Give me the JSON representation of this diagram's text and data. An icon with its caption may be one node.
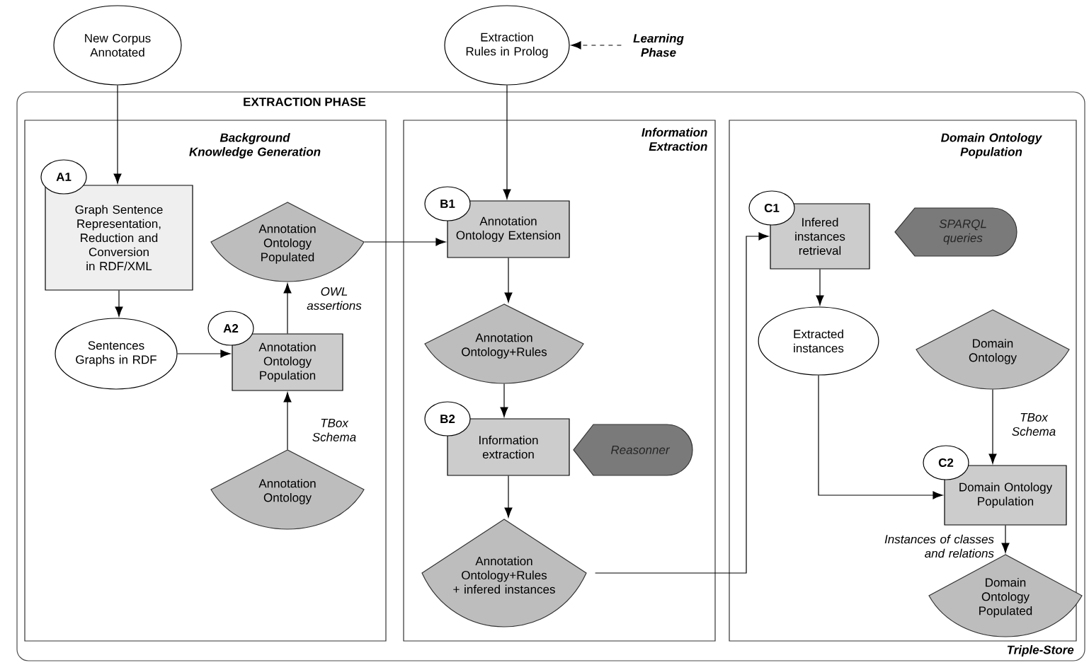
{
  "diagram": {
    "nodes": [
      {
        "text": [
          "EXTRACTION PHASE",
          "Triple-Store"
        ]
      },
      {
        "text": [
          "Background Knowledge Generation"
        ],
        "in": 0
      },
      {
        "text": [
          "Information Extraction"
        ],
        "in": 0
      },
      {
        "text": [
          "Domain Ontology Population"
        ],
        "in": 0
      },
      {
        "text": [
          "New Corpus Annotated"
        ]
      },
      {
        "text": [
          "Extraction Rules in Prolog"
        ]
      },
      {
        "text": [
          "Learning Phase"
        ]
      },
      {
        "text": [
          "A1"
        ],
        "in": 1
      },
      {
        "text": [
          "Graph Sentence Representation, Reduction and Conversion in RDF/XML"
        ],
        "in": 1
      },
      {
        "text": [
          "Sentences Graphs in RDF"
        ],
        "in": 1
      },
      {
        "text": [
          "A2"
        ],
        "in": 1
      },
      {
        "text": [
          "Annotation Ontology Population"
        ],
        "in": 1
      },
      {
        "text": [
          "Annotation Ontology Populated"
        ],
        "in": 1
      },
      {
        "text": [
          "Annotation Ontology"
        ],
        "in": 1
      },
      {
        "text": [
          "B1"
        ],
        "in": 2
      },
      {
        "text": [
          "Annotation Ontology Extension"
        ],
        "in": 2
      },
      {
        "text": [
          "Annotation Ontology+Rules"
        ],
        "in": 2
      },
      {
        "text": [
          "B2"
        ],
        "in": 2
      },
      {
        "text": [
          "Information extraction"
        ],
        "in": 2
      },
      {
        "text": [
          "Reasonner"
        ],
        "in": 2
      },
      {
        "text": [
          "Annotation Ontology+Rules + infered instances"
        ],
        "in": 2
      },
      {
        "text": [
          "C1"
        ],
        "in": 3
      },
      {
        "text": [
          "Infered instances retrieval"
        ],
        "in": 3
      },
      {
        "text": [
          "SPARQL queries"
        ],
        "in": 3
      },
      {
        "text": [
          "Extracted instances"
        ],
        "in": 3
      },
      {
        "text": [
          "Domain Ontology"
        ],
        "in": 3
      },
      {
        "text": [
          "C2"
        ],
        "in": 3
      },
      {
        "text": [
          "Domain Ontology Population"
        ],
        "in": 3
      },
      {
        "text": [
          "Domain Ontology Populated"
        ],
        "in": 3
      }
    ],
    "edges": [
      {
        "from": 4,
        "to": 8,
        "arrow": "to"
      },
      {
        "from": 8,
        "to": 9,
        "arrow": "to"
      },
      {
        "from": 9,
        "to": 11,
        "arrow": "to"
      },
      {
        "from": 11,
        "to": 12,
        "arrow": "to",
        "label": "OWL assertions"
      },
      {
        "from": 13,
        "to": 11,
        "arrow": "to",
        "label": "TBox Schema"
      },
      {
        "from": 12,
        "to": 15,
        "arrow": "to"
      },
      {
        "from": 6,
        "to": 5,
        "arrow": "to",
        "style": "dashed"
      },
      {
        "from": 5,
        "to": 15,
        "arrow": "to"
      },
      {
        "from": 15,
        "to": 16,
        "arrow": "to"
      },
      {
        "from": 16,
        "to": 18,
        "arrow": "to"
      },
      {
        "from": 18,
        "to": 20,
        "arrow": "to"
      },
      {
        "from": 20,
        "to": 22,
        "arrow": "to"
      },
      {
        "from": 22,
        "to": 24,
        "arrow": "to"
      },
      {
        "from": 24,
        "to": 27,
        "arrow": "to"
      },
      {
        "from": 25,
        "to": 27,
        "arrow": "to",
        "label": "TBox Schema"
      },
      {
        "from": 27,
        "to": 28,
        "arrow": "to",
        "label": "Instances of classes and relations"
      }
    ]
  }
}
